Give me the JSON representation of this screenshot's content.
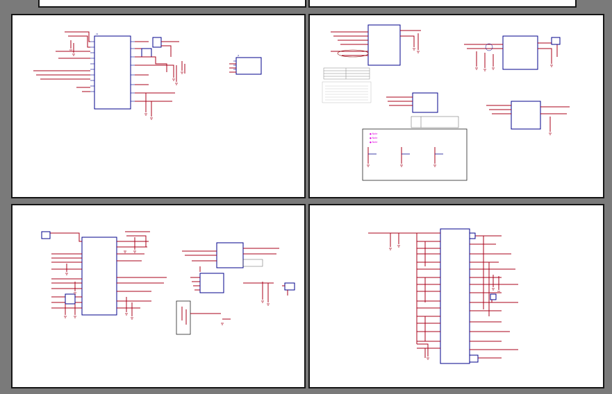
{
  "view": {
    "background": "#7a7a7a",
    "sheet_color": "#ffffff",
    "wire_color": "#a8001a",
    "component_color": "#00008b",
    "note_color": "#e000e0"
  },
  "sheets": [
    {
      "id": "top-left-partial"
    },
    {
      "id": "top-right-partial"
    },
    {
      "id": "sheet-1"
    },
    {
      "id": "sheet-2"
    },
    {
      "id": "sheet-3"
    },
    {
      "id": "sheet-4"
    }
  ]
}
